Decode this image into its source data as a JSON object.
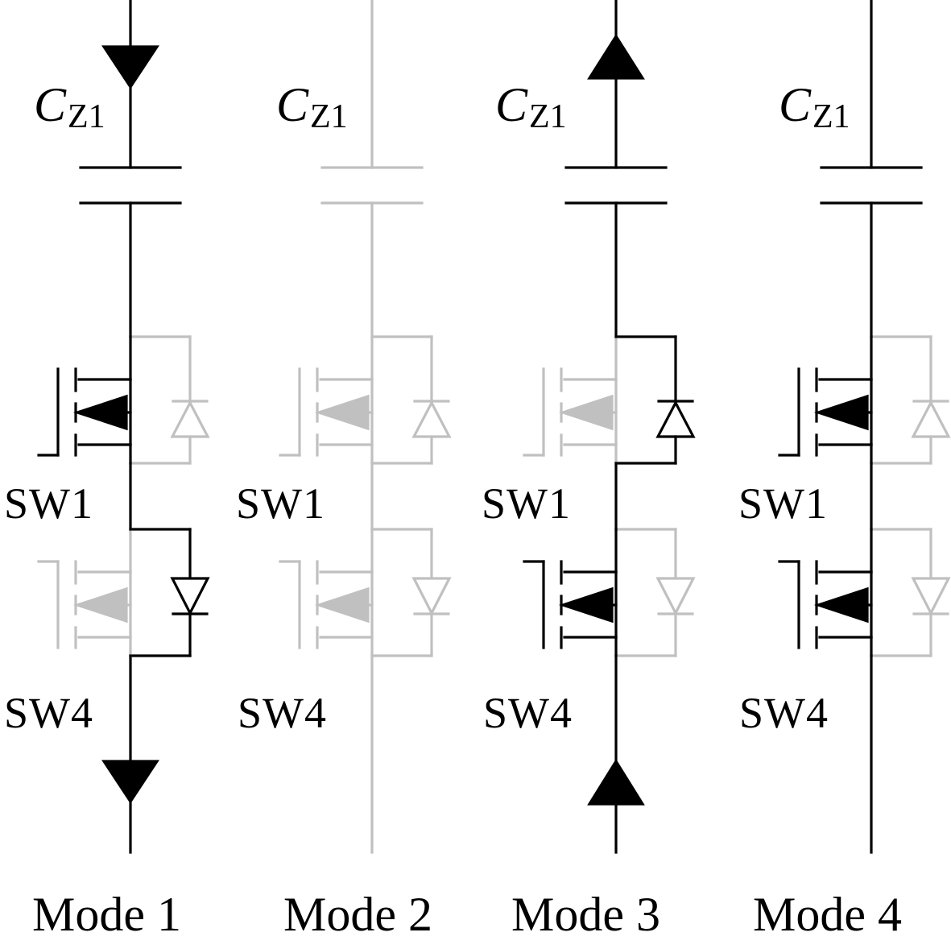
{
  "colors": {
    "active": "#000000",
    "inactive": "#c0c0c0"
  },
  "modes": [
    {
      "label": "Mode 1",
      "capacitor_label": "C",
      "capacitor_sub": "Z1",
      "sw1_label": "SW1",
      "sw4_label": "SW4",
      "path_active": true,
      "current_direction": "down",
      "sw1": {
        "channel_on": true,
        "diode_on": false
      },
      "sw4": {
        "channel_on": false,
        "diode_on": true
      }
    },
    {
      "label": "Mode 2",
      "capacitor_label": "C",
      "capacitor_sub": "Z1",
      "sw1_label": "SW1",
      "sw4_label": "SW4",
      "path_active": false,
      "current_direction": null,
      "sw1": {
        "channel_on": false,
        "diode_on": false
      },
      "sw4": {
        "channel_on": false,
        "diode_on": false
      }
    },
    {
      "label": "Mode 3",
      "capacitor_label": "C",
      "capacitor_sub": "Z1",
      "sw1_label": "SW1",
      "sw4_label": "SW4",
      "path_active": true,
      "current_direction": "up",
      "sw1": {
        "channel_on": false,
        "diode_on": true
      },
      "sw4": {
        "channel_on": true,
        "diode_on": false
      }
    },
    {
      "label": "Mode 4",
      "capacitor_label": "C",
      "capacitor_sub": "Z1",
      "sw1_label": "SW1",
      "sw4_label": "SW4",
      "path_active": true,
      "current_direction": null,
      "sw1": {
        "channel_on": true,
        "diode_on": false
      },
      "sw4": {
        "channel_on": true,
        "diode_on": false
      }
    }
  ]
}
